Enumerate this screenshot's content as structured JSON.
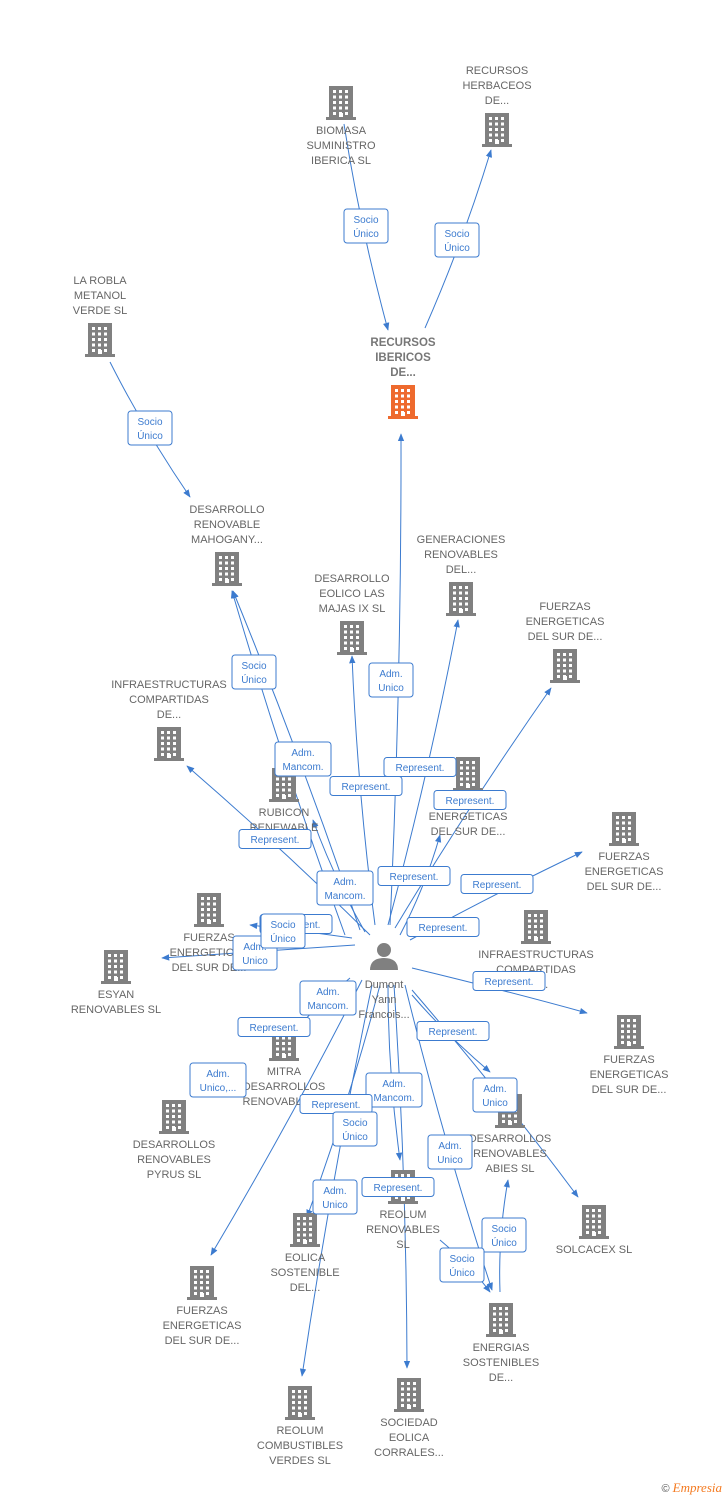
{
  "colors": {
    "edge": "#3c7bcf",
    "building": "#808080",
    "building_main": "#ee6a2e",
    "person": "#808080",
    "label": "#666666"
  },
  "nodes": [
    {
      "id": "biomasa",
      "type": "company",
      "lines": [
        "BIOMASA",
        "SUMINISTRO",
        "IBERICA  SL"
      ]
    },
    {
      "id": "herbaceos",
      "type": "company",
      "lines": [
        "RECURSOS",
        "HERBACEOS",
        "DE..."
      ]
    },
    {
      "id": "robla",
      "type": "company",
      "lines": [
        "LA ROBLA",
        "METANOL",
        "VERDE  SL"
      ]
    },
    {
      "id": "ibericos",
      "type": "company-main",
      "lines": [
        "RECURSOS",
        "IBERICOS",
        "DE..."
      ]
    },
    {
      "id": "mahogany",
      "type": "company",
      "lines": [
        "DESARROLLO",
        "RENOVABLE",
        "MAHOGANY..."
      ]
    },
    {
      "id": "generaciones",
      "type": "company",
      "lines": [
        "GENERACIONES",
        "RENOVABLES",
        "DEL..."
      ]
    },
    {
      "id": "lasmajas",
      "type": "company",
      "lines": [
        "DESARROLLO",
        "EOLICO LAS",
        "MAJAS IX  SL"
      ]
    },
    {
      "id": "fuerzas1",
      "type": "company",
      "lines": [
        "FUERZAS",
        "ENERGETICAS",
        "DEL SUR DE..."
      ]
    },
    {
      "id": "infra1",
      "type": "company",
      "lines": [
        "INFRAESTRUCTURAS",
        "COMPARTIDAS",
        "DE..."
      ]
    },
    {
      "id": "rubicon",
      "type": "company",
      "lines": [
        "RUBICON",
        "RENEWABLE",
        "SPAIN  SL"
      ]
    },
    {
      "id": "fuerzas2",
      "type": "company",
      "lines": [
        "FUERZAS",
        "ENERGETICAS",
        "DEL SUR DE..."
      ]
    },
    {
      "id": "fuerzas3",
      "type": "company",
      "lines": [
        "FUERZAS",
        "ENERGETICAS",
        "DEL SUR DE..."
      ]
    },
    {
      "id": "fuerzas4",
      "type": "company",
      "lines": [
        "FUERZAS",
        "ENERGETICAS",
        "DEL SUR DE..."
      ]
    },
    {
      "id": "infra2",
      "type": "company",
      "lines": [
        "INFRAESTRUCTURAS",
        "COMPARTIDAS",
        "DE..."
      ]
    },
    {
      "id": "esyan",
      "type": "company",
      "lines": [
        "ESYAN",
        "RENOVABLES SL"
      ]
    },
    {
      "id": "dumont",
      "type": "person",
      "lines": [
        "Dumont",
        "Yann",
        "Francois..."
      ]
    },
    {
      "id": "fuerzas5",
      "type": "company",
      "lines": [
        "FUERZAS",
        "ENERGETICAS",
        "DEL SUR DE..."
      ]
    },
    {
      "id": "mitra",
      "type": "company",
      "lines": [
        "MITRA",
        "DESARROLLOS",
        "RENOVABLES..."
      ]
    },
    {
      "id": "pyrus",
      "type": "company",
      "lines": [
        "DESARROLLOS",
        "RENOVABLES",
        "PYRUS  SL"
      ]
    },
    {
      "id": "abies",
      "type": "company",
      "lines": [
        "DESARROLLOS",
        "RENOVABLES",
        "ABIES  SL"
      ]
    },
    {
      "id": "reolum_ren",
      "type": "company",
      "lines": [
        "REOLUM",
        "RENOVABLES",
        "SL"
      ]
    },
    {
      "id": "solcacex",
      "type": "company",
      "lines": [
        "SOLCACEX  SL"
      ]
    },
    {
      "id": "eolica",
      "type": "company",
      "lines": [
        "EOLICA",
        "SOSTENIBLE",
        "DEL..."
      ]
    },
    {
      "id": "fuerzas6",
      "type": "company",
      "lines": [
        "FUERZAS",
        "ENERGETICAS",
        "DEL SUR DE..."
      ]
    },
    {
      "id": "energias",
      "type": "company",
      "lines": [
        "ENERGIAS",
        "SOSTENIBLES",
        "DE..."
      ]
    },
    {
      "id": "reolum_comb",
      "type": "company",
      "lines": [
        "REOLUM",
        "COMBUSTIBLES",
        "VERDES  SL"
      ]
    },
    {
      "id": "corrales",
      "type": "company",
      "lines": [
        "SOCIEDAD",
        "EOLICA",
        "CORRALES..."
      ]
    }
  ],
  "edge_labels": [
    {
      "id": "e1",
      "lines": [
        "Socio",
        "Único"
      ]
    },
    {
      "id": "e2",
      "lines": [
        "Socio",
        "Único"
      ]
    },
    {
      "id": "e3",
      "lines": [
        "Socio",
        "Único"
      ]
    },
    {
      "id": "e4",
      "lines": [
        "Adm.",
        "Unico"
      ]
    },
    {
      "id": "e5",
      "lines": [
        "Socio",
        "Único"
      ]
    },
    {
      "id": "e6",
      "lines": [
        "Adm.",
        "Mancom."
      ]
    },
    {
      "id": "e7",
      "lines": [
        "Represent."
      ]
    },
    {
      "id": "e8",
      "lines": [
        "Represent."
      ]
    },
    {
      "id": "e9",
      "lines": [
        "Represent."
      ]
    },
    {
      "id": "e10",
      "lines": [
        "Represent."
      ]
    },
    {
      "id": "e11",
      "lines": [
        "Adm.",
        "Mancom."
      ]
    },
    {
      "id": "e12",
      "lines": [
        "Represent."
      ]
    },
    {
      "id": "e13",
      "lines": [
        "Represent."
      ]
    },
    {
      "id": "e14",
      "lines": [
        "Represent."
      ]
    },
    {
      "id": "e15",
      "lines": [
        "Represent."
      ]
    },
    {
      "id": "e16",
      "lines": [
        "Adm.",
        "Unico"
      ]
    },
    {
      "id": "e17",
      "lines": [
        "Socio",
        "Único"
      ]
    },
    {
      "id": "e18",
      "lines": [
        "Adm.",
        "Mancom."
      ]
    },
    {
      "id": "e19",
      "lines": [
        "Represent."
      ]
    },
    {
      "id": "e20",
      "lines": [
        "Represent."
      ]
    },
    {
      "id": "e21",
      "lines": [
        "Adm.",
        "Unico,..."
      ]
    },
    {
      "id": "e22",
      "lines": [
        "Adm.",
        "Mancom."
      ]
    },
    {
      "id": "e23",
      "lines": [
        "Represent."
      ]
    },
    {
      "id": "e24",
      "lines": [
        "Represent."
      ]
    },
    {
      "id": "e25",
      "lines": [
        "Socio",
        "Único"
      ]
    },
    {
      "id": "e26",
      "lines": [
        "Adm.",
        "Unico"
      ]
    },
    {
      "id": "e27",
      "lines": [
        "Adm.",
        "Unico"
      ]
    },
    {
      "id": "e28",
      "lines": [
        "Represent."
      ]
    },
    {
      "id": "e29",
      "lines": [
        "Adm.",
        "Unico"
      ]
    },
    {
      "id": "e30",
      "lines": [
        "Socio",
        "Único"
      ]
    },
    {
      "id": "e31",
      "lines": [
        "Socio",
        "Único"
      ]
    }
  ],
  "footer": {
    "copyright": "©",
    "brand": "Empresia"
  }
}
